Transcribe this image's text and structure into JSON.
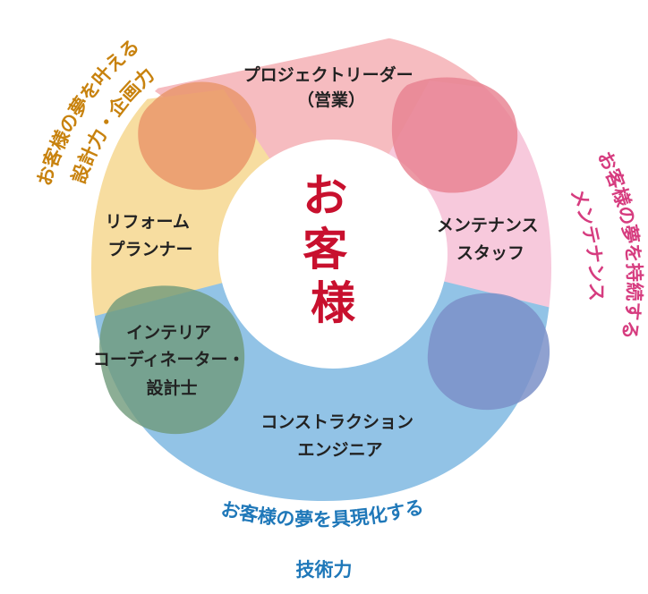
{
  "colors": {
    "segment_top": "#f6bcc0",
    "segment_right": "#f7c9dc",
    "segment_bottom": "#92c3e6",
    "segment_left": "#f7dda0",
    "blob_top_left": "#e99368",
    "blob_top_right": "#e77f8f",
    "blob_bottom_right": "#7b91c8",
    "blob_bottom_left": "#6f9a7a",
    "center_text": "#c8102e",
    "curve_upper_left": "#c8820e",
    "curve_right": "#d63c7f",
    "curve_bottom": "#1f78b9"
  },
  "center_label": "お客様",
  "roles": {
    "project_leader": [
      "プロジェクトリーダー",
      "（営業）"
    ],
    "maintenance_staff": [
      "メンテナンス",
      "スタッフ"
    ],
    "construction_engineer": [
      "コンストラクション",
      "エンジニア"
    ],
    "interior_coordinator": [
      "インテリア",
      "コーディネーター・",
      "設計士"
    ],
    "reform_planner": [
      "リフォーム",
      "プランナー"
    ]
  },
  "curved_labels": {
    "upper_left": [
      "お客様の夢を叶える",
      "設計力・企画力"
    ],
    "right": [
      "お客様の夢を持続する",
      "メンテナンス"
    ],
    "bottom": [
      "お客様の夢を具現化する",
      "技術力"
    ]
  }
}
